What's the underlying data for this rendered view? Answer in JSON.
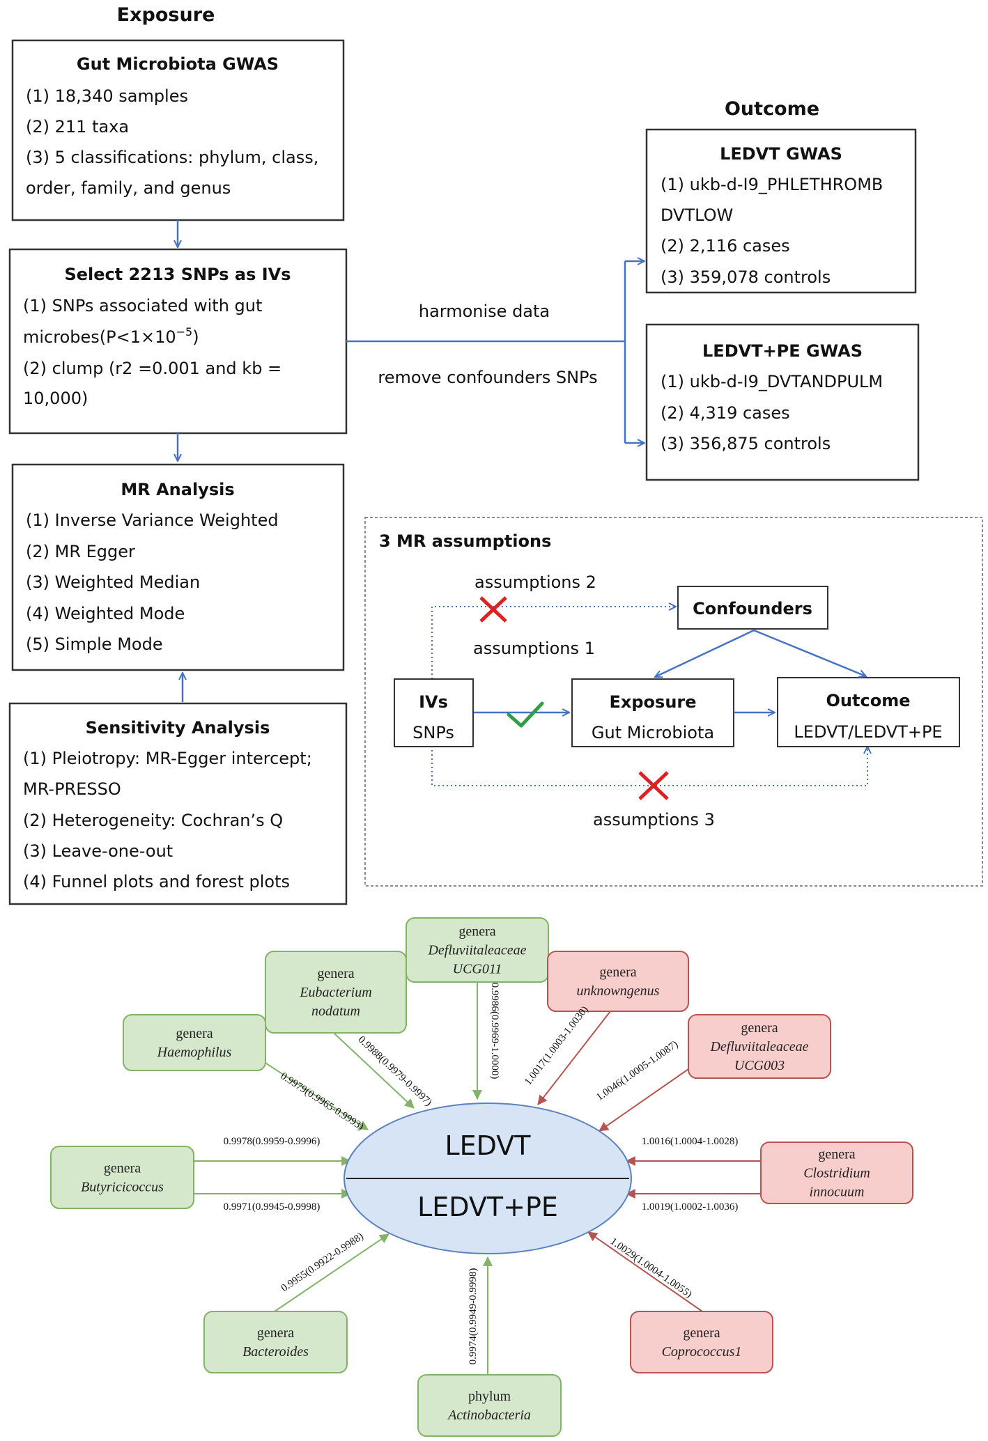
{
  "exposure_heading": "Exposure",
  "outcome_heading": "Outcome",
  "gwas_box": {
    "title": "Gut Microbiota GWAS",
    "lines": [
      "(1)  18,340 samples",
      "(2)  211 taxa",
      "(3)  5 classifications: phylum, class,",
      "order, family, and genus"
    ]
  },
  "snp_box": {
    "title": "Select 2213 SNPs as IVs",
    "line1": "(1)  SNPs associated with gut",
    "line2_pre": "microbes(P<1×10",
    "line2_sup": "−5",
    "line2_post": ")",
    "line3": "(2)  clump (r2 =0.001 and kb =",
    "line4": "10,000)"
  },
  "mr_box": {
    "title": "MR Analysis",
    "lines": [
      "(1)  Inverse Variance Weighted",
      "(2)  MR Egger",
      "(3)  Weighted Median",
      "(4)  Weighted Mode",
      "(5)  Simple Mode"
    ]
  },
  "sens_box": {
    "title": "Sensitivity Analysis",
    "lines": [
      "(1)  Pleiotropy: MR-Egger intercept;",
      "MR-PRESSO",
      "(2)  Heterogeneity: Cochran’s Q",
      "(3)  Leave-one-out",
      "(4)  Funnel plots and forest plots"
    ]
  },
  "harmonise_label": "harmonise data",
  "remove_label": "remove confounders SNPs",
  "ledvt_box": {
    "title": "LEDVT GWAS",
    "lines": [
      "(1)  ukb-d-I9_PHLETHROMB",
      "DVTLOW",
      "(2)  2,116 cases",
      "(3)  359,078 controls"
    ]
  },
  "ledvtpe_box": {
    "title": "LEDVT+PE GWAS",
    "lines": [
      "(1)  ukb-d-I9_DVTANDPULM",
      "(2)  4,319 cases",
      "(3)  356,875 controls"
    ]
  },
  "assumptions": {
    "title": "3 MR assumptions",
    "a2": "assumptions 2",
    "a1": "assumptions 1",
    "a3": "assumptions 3",
    "confounders": "Confounders",
    "ivs_title": "IVs",
    "ivs_sub": "SNPs",
    "exposure_title": "Exposure",
    "exposure_sub": "Gut Microbiota",
    "outcome_title": "Outcome",
    "outcome_sub": "LEDVT/LEDVT+PE"
  },
  "network": {
    "center_top": "LEDVT",
    "center_bottom": "LEDVT+PE",
    "colors": {
      "protective_fill": "#d5e8cc",
      "protective_stroke": "#82b366",
      "risk_fill": "#f8cecc",
      "risk_stroke": "#b85450",
      "center_fill": "#d6e4f5",
      "center_stroke": "#5a82c0"
    },
    "nodes": [
      {
        "id": "haemophilus",
        "rank": "genera",
        "name": "Haemophilus",
        "type": "protective",
        "label": "0.9979(0.9965-0.9993)"
      },
      {
        "id": "eubacterium",
        "rank": "genera",
        "name": "Eubacterium nodatum",
        "type": "protective",
        "label": "0.9988(0.9979-0.9997)"
      },
      {
        "id": "defluv011",
        "rank": "genera",
        "name": "Defluviitaleaceae UCG011",
        "type": "protective",
        "label": "0.9986(0.9969-1.0000)"
      },
      {
        "id": "unknowngenus",
        "rank": "genera",
        "name": "unknowngenus",
        "type": "risk",
        "label": "1.0017(1.0003-1.0030)"
      },
      {
        "id": "defluv003",
        "rank": "genera",
        "name": "Defluviitaleaceae UCG003",
        "type": "risk",
        "label": "1.0046(1.0005-1.0087)"
      },
      {
        "id": "butyricicoccus",
        "rank": "genera",
        "name": "Butyricicoccus",
        "type": "protective",
        "labels": [
          "0.9978(0.9959-0.9996)",
          "0.9971(0.9945-0.9998)"
        ]
      },
      {
        "id": "clostridium",
        "rank": "genera",
        "name": "Clostridium innocuum",
        "type": "risk",
        "labels": [
          "1.0016(1.0004-1.0028)",
          "1.0019(1.0002-1.0036)"
        ]
      },
      {
        "id": "bacteroides",
        "rank": "genera",
        "name": "Bacteroides",
        "type": "protective",
        "label": "0.9955(0.9922-0.9988)"
      },
      {
        "id": "actinobacteria",
        "rank": "phylum",
        "name": "Actinobacteria",
        "type": "protective",
        "label": "0.9974(0.9949-0.9998)"
      },
      {
        "id": "coprococcus",
        "rank": "genera",
        "name": "Coprococcus1",
        "type": "risk",
        "label": "1.0029(1.0004-1.0055)"
      }
    ]
  }
}
